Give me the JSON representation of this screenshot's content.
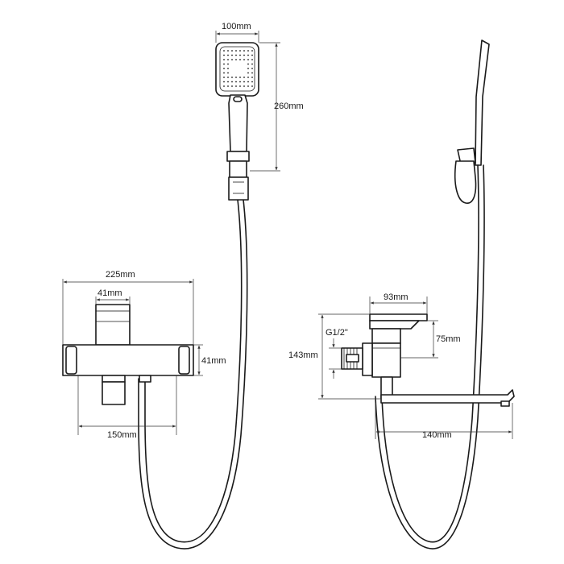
{
  "front_view": {
    "handshower_width": "100mm",
    "handshower_height": "260mm",
    "body_length": "225mm",
    "handle_width": "41mm",
    "body_height": "41mm",
    "inlet_spacing": "150mm"
  },
  "side_view": {
    "handle_depth": "93mm",
    "thread_size": "G1/2\"",
    "total_height": "143mm",
    "handle_height": "75mm",
    "spout_length": "140mm"
  }
}
